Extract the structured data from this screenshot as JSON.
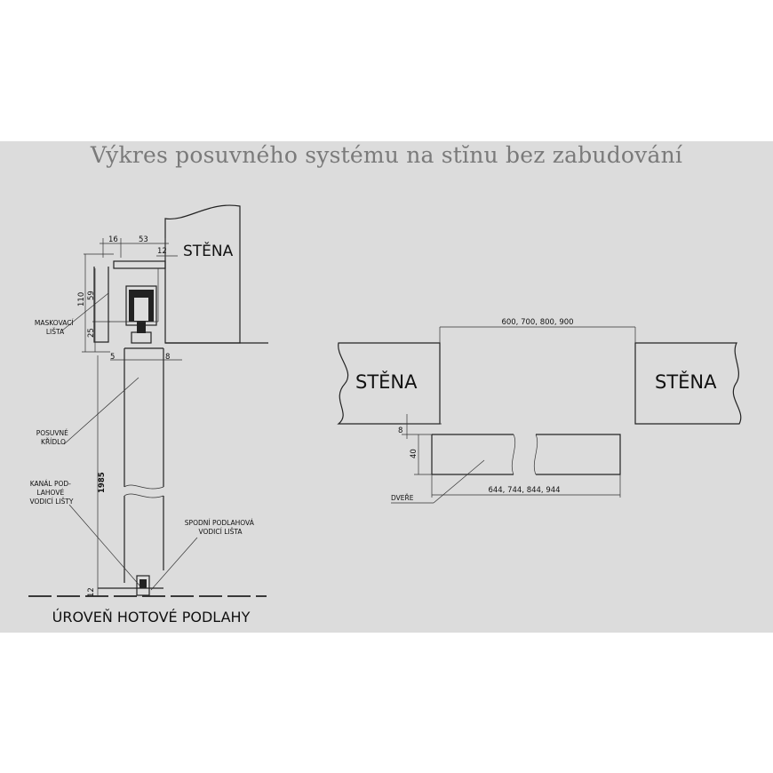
{
  "title": "Výkres posuvného systému na stĭnu bez zabudování",
  "left_view": {
    "wall_label": "STĚNA",
    "dims": {
      "d16": "16",
      "d53": "53",
      "d12": "12",
      "d110": "110",
      "d59": "59",
      "d25": "25",
      "d5": "5",
      "d8": "8",
      "d1985": "1985",
      "d12b": "12"
    },
    "maskovaci": [
      "MASKOVACÍ",
      "LIŠTA"
    ],
    "posuvne": [
      "POSUVNÉ",
      "KŘÍDLO"
    ],
    "kanal": [
      "KANÁL POD-",
      "LAHOVÉ",
      "VODICÍ LIŠTY"
    ],
    "spodni": [
      "SPODNÍ PODLAHOVÁ",
      "VODICÍ LIŠTA"
    ],
    "floor_label": "ÚROVEŇ HOTOVÉ PODLAHY"
  },
  "right_view": {
    "wall_left": "STĚNA",
    "wall_right": "STĚNA",
    "opening_widths": "600, 700, 800, 900",
    "door_widths": "644, 744, 844, 944",
    "d8": "8",
    "d40": "40",
    "door_label": "DVEŘE"
  }
}
